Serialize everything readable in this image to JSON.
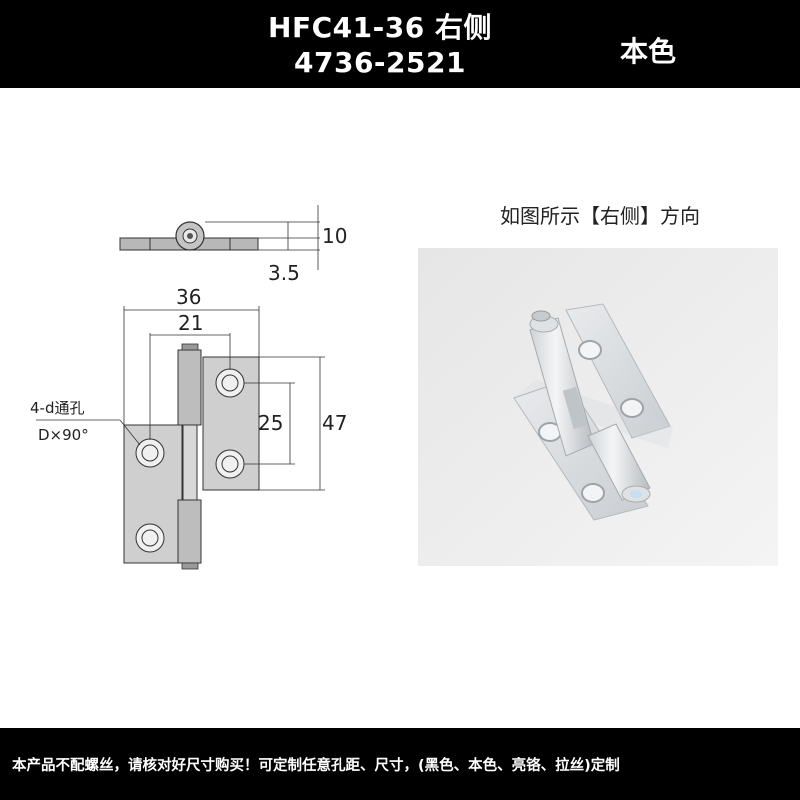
{
  "header": {
    "model_line1": "HFC41-36  右侧",
    "model_line2": "4736-2521",
    "color": "本色"
  },
  "drawing": {
    "dim_height_top": "10",
    "dim_thickness": "3.5",
    "dim_width_total": "36",
    "dim_width_inner": "21",
    "dim_hole_pitch": "25",
    "dim_height_total": "47",
    "hole_note_line1": "4-d通孔",
    "hole_note_line2": "D×90°"
  },
  "photo": {
    "caption": "如图所示【右侧】方向"
  },
  "footer": {
    "notice": "本产品不配螺丝，请核对好尺寸购买！可定制任意孔距、尺寸，(黑色、本色、亮铬、拉丝)定制"
  }
}
